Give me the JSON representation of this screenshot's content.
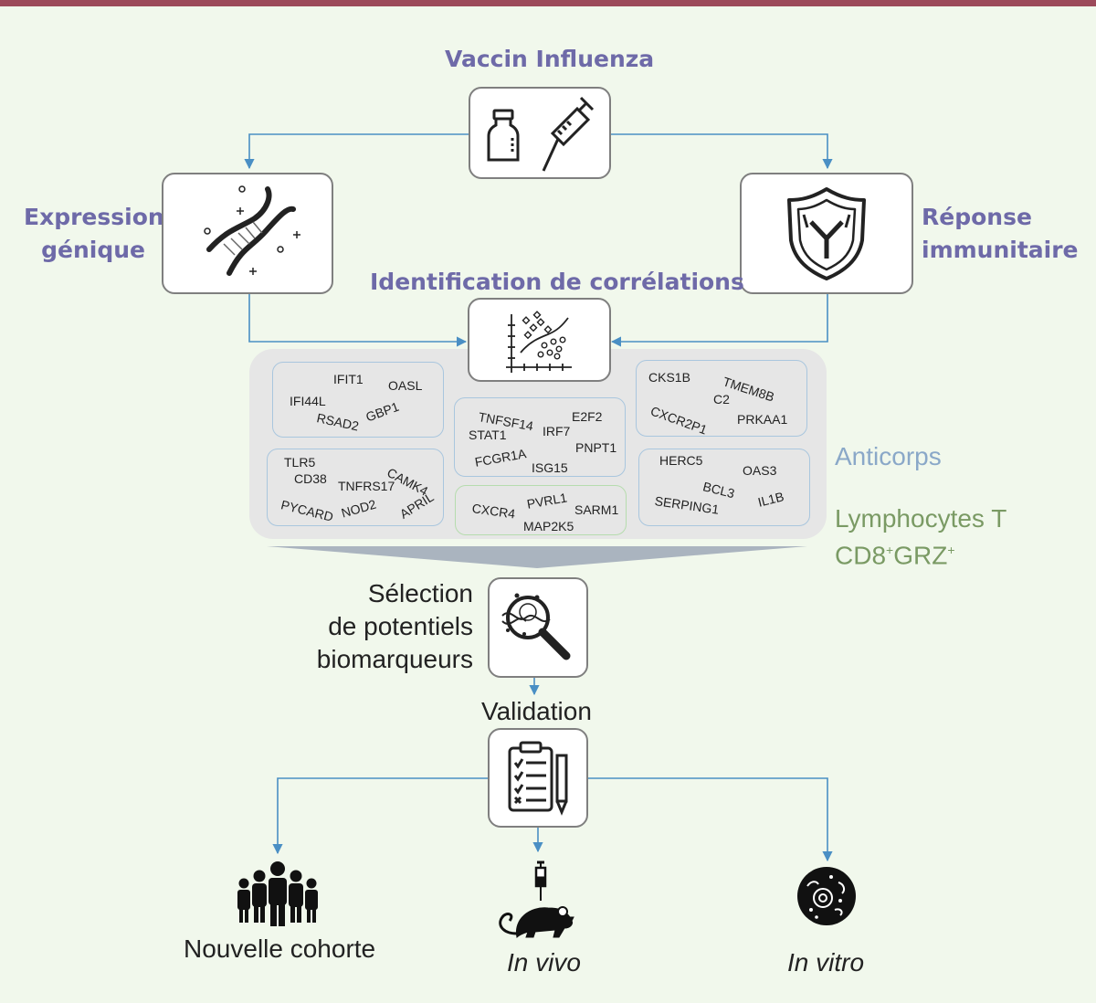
{
  "diagram": {
    "title_top": "Vaccin Influenza",
    "left_label_line1": "Expression",
    "left_label_line2": "génique",
    "right_label_line1": "Réponse",
    "right_label_line2": "immunitaire",
    "middle_label": "Identification de corrélations",
    "legend_antibodies": "Anticorps",
    "legend_tcells_line1": "Lymphocytes T",
    "legend_tcells_line2_base1": "CD8",
    "legend_tcells_line2_sup1": "+",
    "legend_tcells_line2_base2": "GRZ",
    "legend_tcells_line2_sup2": "+",
    "selection_line1": "Sélection",
    "selection_line2": "de potentiels",
    "selection_line3": "biomarqueurs",
    "validation": "Validation",
    "output_cohort": "Nouvelle cohorte",
    "output_invivo": "In vivo",
    "output_invitro": "In vitro",
    "colors": {
      "accent_purple": "#6e6aa8",
      "line_blue": "#4a8fc4",
      "top_bar": "#9c4a5a",
      "background": "#f1f8ec"
    },
    "icons": [
      "vial-icon",
      "syringe-icon",
      "dna-icon",
      "antibody-shield-icon",
      "scatter-plot-icon",
      "magnifier-dna-icon",
      "clipboard-checklist-icon",
      "group-people-icon",
      "mouse-injection-icon",
      "cell-icon"
    ],
    "genes": {
      "box1": [
        "IFIT1",
        "OASL",
        "IFI44L",
        "RSAD2",
        "GBP1"
      ],
      "box2": [
        "TNFSF14",
        "E2F2",
        "STAT1",
        "IRF7",
        "PNPT1",
        "FCGR1A",
        "ISG15"
      ],
      "box3": [
        "CKS1B",
        "TMEM8B",
        "C2",
        "CXCR2P1",
        "PRKAA1"
      ],
      "box4": [
        "TLR5",
        "CD38",
        "TNFRS17",
        "CAMK4",
        "PYCARD",
        "NOD2",
        "APRIL"
      ],
      "box5": [
        "CXCR4",
        "PVRL1",
        "SARM1",
        "MAP2K5"
      ],
      "box6": [
        "HERC5",
        "OAS3",
        "BCL3",
        "SERPING1",
        "IL1B"
      ]
    }
  }
}
